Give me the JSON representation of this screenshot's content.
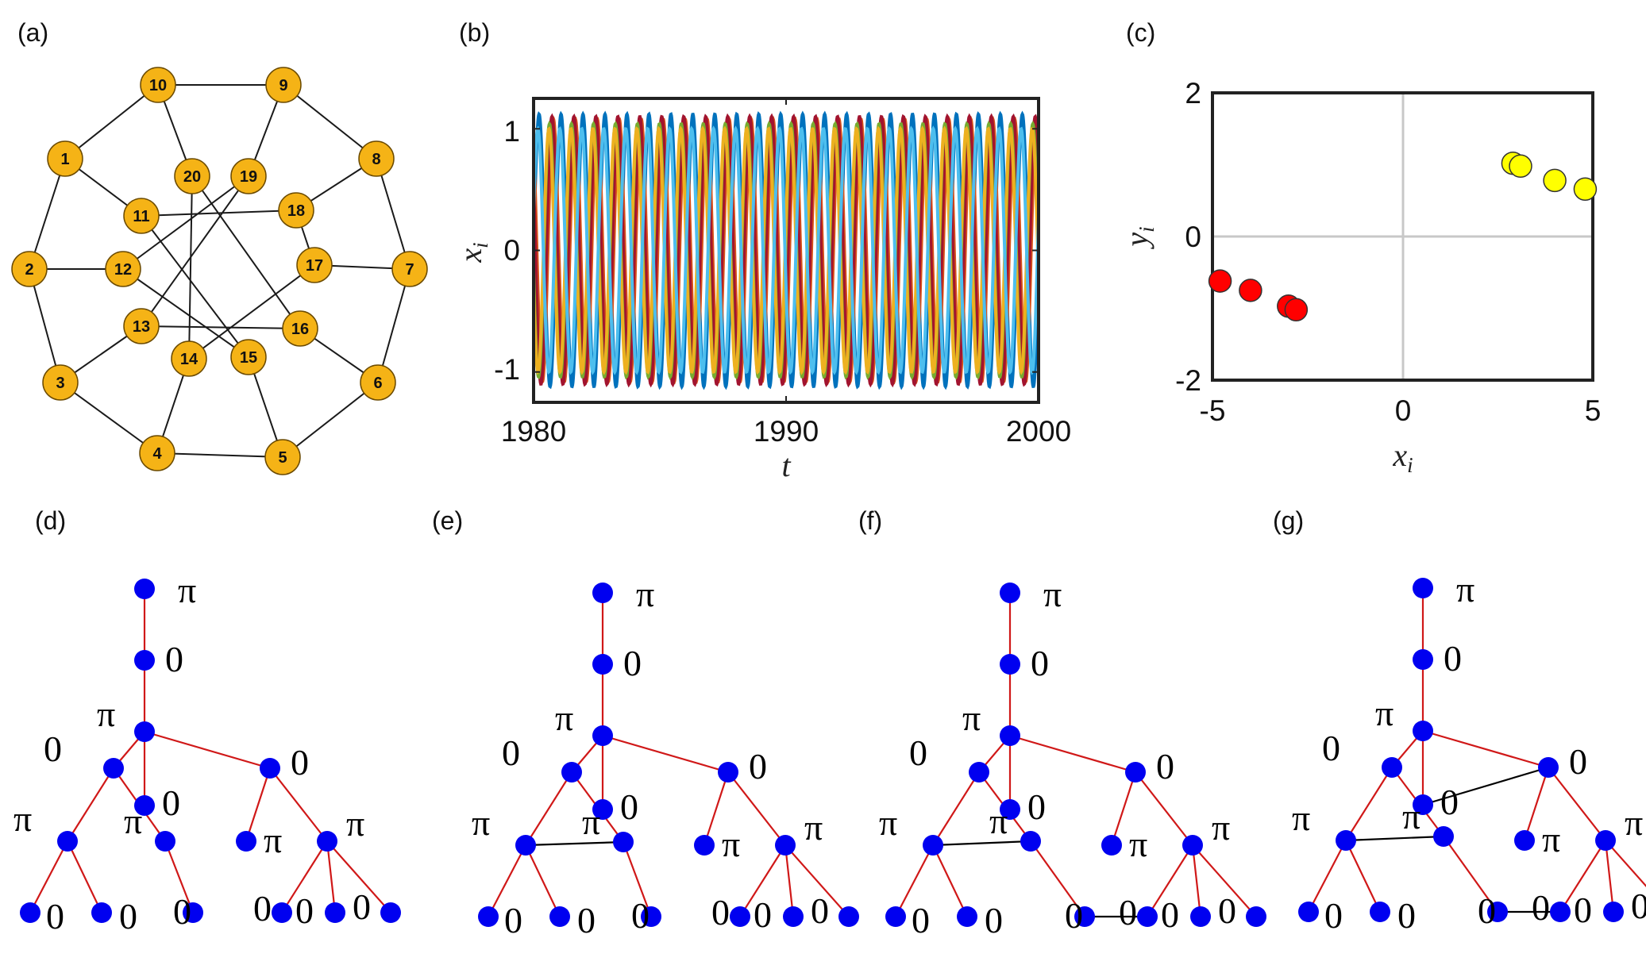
{
  "panels": {
    "a": {
      "label": "(a)",
      "nodes": [
        "10",
        "9",
        "1",
        "8",
        "20",
        "19",
        "11",
        "18",
        "2",
        "12",
        "17",
        "7",
        "13",
        "16",
        "14",
        "15",
        "3",
        "6",
        "4",
        "5"
      ],
      "node_color": "#F5B316"
    },
    "b": {
      "label": "(b)",
      "xlabel": "t",
      "ylabel": "x_i",
      "xticks": [
        "1980",
        "1990",
        "2000"
      ],
      "yticks": [
        "1",
        "0",
        "-1"
      ]
    },
    "c": {
      "label": "(c)",
      "xlabel": "x_i",
      "ylabel": "y_i",
      "xticks": [
        "-5",
        "0",
        "5"
      ],
      "yticks": [
        "2",
        "0",
        "-2"
      ]
    },
    "d": {
      "label": "(d)"
    },
    "e": {
      "label": "(e)"
    },
    "f": {
      "label": "(f)"
    },
    "g": {
      "label": "(g)"
    }
  },
  "chart_data": [
    {
      "type": "line",
      "panel": "b",
      "xlim": [
        1980,
        2000
      ],
      "ylim": [
        -1.25,
        1.25
      ],
      "xlabel": "t",
      "ylabel": "x_i",
      "period": 0.87,
      "series": [
        {
          "color": "#0072BD",
          "amplitude": 1.12,
          "phase": 0.0
        },
        {
          "color": "#D95319",
          "amplitude": 1.08,
          "phase": 2.2
        },
        {
          "color": "#A2142F",
          "amplitude": 1.1,
          "phase": 2.6
        },
        {
          "color": "#77AC30",
          "amplitude": 1.04,
          "phase": 3.3
        },
        {
          "color": "#EDB120",
          "amplitude": 1.0,
          "phase": 3.45
        },
        {
          "color": "#4DBEEE",
          "amplitude": 1.0,
          "phase": 0.35
        }
      ]
    },
    {
      "type": "scatter",
      "panel": "c",
      "xlim": [
        -5,
        5
      ],
      "ylim": [
        -2,
        2
      ],
      "xlabel": "x_i",
      "ylabel": "y_i",
      "grid": true,
      "series": [
        {
          "color": "#FF0000",
          "points": [
            [
              -4.8,
              -0.62
            ],
            [
              -4.0,
              -0.75
            ],
            [
              -3.0,
              -0.97
            ],
            [
              -2.8,
              -1.02
            ]
          ]
        },
        {
          "color": "#FFFF00",
          "points": [
            [
              2.9,
              1.02
            ],
            [
              3.1,
              0.98
            ],
            [
              4.0,
              0.78
            ],
            [
              4.8,
              0.66
            ]
          ]
        }
      ]
    }
  ],
  "trees": {
    "d": [
      "π",
      "0",
      "π",
      "0",
      "0",
      "0",
      "π",
      "π",
      "π",
      "π",
      "0",
      "0",
      "0",
      "0",
      "0",
      "0"
    ],
    "e": [
      "π",
      "0",
      "π",
      "0",
      "0",
      "0",
      "π",
      "π",
      "π",
      "π",
      "0",
      "0",
      "0",
      "0",
      "0",
      "0"
    ],
    "f": [
      "π",
      "0",
      "π",
      "0",
      "0",
      "0",
      "π",
      "π",
      "π",
      "π",
      "0",
      "0",
      "0",
      "0",
      "0",
      "0"
    ],
    "g": [
      "π",
      "0",
      "π",
      "0",
      "0",
      "0",
      "π",
      "π",
      "π",
      "π",
      "0",
      "0",
      "0",
      "0",
      "0",
      "0"
    ]
  },
  "colors": {
    "tree_node": "#0000F0",
    "tree_edge": "#D01818",
    "extra_edge": "#000000"
  }
}
